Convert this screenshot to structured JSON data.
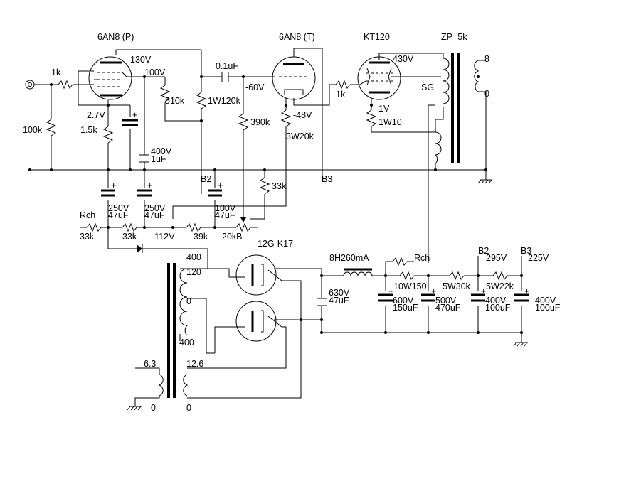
{
  "tubes": {
    "v1_name": "6AN8 (P)",
    "v2_name": "6AN8 (T)",
    "v3_name": "KT120",
    "rect_name": "12G-K17"
  },
  "output_transformer": {
    "impedance": "ZP=5k",
    "tap_8": "8",
    "tap_0": "0",
    "screen_tap": "SG"
  },
  "voltages": {
    "v1_plate": "130V",
    "v1_screen": "100V",
    "v1_cathode": "2.7V",
    "v2_grid": "-60V",
    "v2_cathode": "-48V",
    "v3_plate": "430V",
    "v3_cathode": "1V",
    "neg_rail": "-112V",
    "b2": "295V",
    "b3": "225V"
  },
  "components": {
    "r_input_grid": "1k",
    "r_input_shunt": "100k",
    "r_v1_cathode": "1.5k",
    "r_v1_screen": "510k",
    "r_v1_plate": "1W120k",
    "c_coupling": "0.1uF",
    "r_v2_grid": "390k",
    "r_v2_cathode": "3W20k",
    "r_v3_grid": "1k",
    "r_v3_cathode": "1W10",
    "r_bias": "33k",
    "r_rch": "Rch",
    "r_rch_val": "33k",
    "r_neg_1": "33k",
    "r_neg_2": "39k",
    "pot_bias": "20kB",
    "c_screen_v": "400V",
    "c_screen_c": "1uF",
    "c_neg1_v": "250V",
    "c_neg1_c": "47uF",
    "c_neg2_v": "250V",
    "c_neg2_c": "47uF",
    "c_neg3_v": "100V",
    "c_neg3_c": "47uF",
    "label_b2_node": "B2",
    "label_b3_node": "B3"
  },
  "power_supply": {
    "pt_hv_top": "400",
    "pt_hv_mid": "120",
    "pt_hv_zero": "0",
    "pt_hv_bottom": "400",
    "pt_primary_v": "6.3",
    "pt_primary_zero": "0",
    "pt_heater": "12.6",
    "pt_heater_zero": "0",
    "choke": "8H260mA",
    "c_reservoir_v": "630V",
    "c_reservoir_c": "47uF",
    "r_rch_top": "Rch",
    "r_ps_1": "10W150",
    "r_ps_2": "5W30k",
    "r_ps_3": "5W22k",
    "c_ps_1_v": "600V",
    "c_ps_1_c": "150uF",
    "c_ps_2_v": "500V",
    "c_ps_2_c": "470uF",
    "c_ps_3_v": "400V",
    "c_ps_3_c": "100uF",
    "c_ps_4_v": "400V",
    "c_ps_4_c": "100uF",
    "b2_label": "B2",
    "b3_label": "B3"
  },
  "polarity": "+"
}
